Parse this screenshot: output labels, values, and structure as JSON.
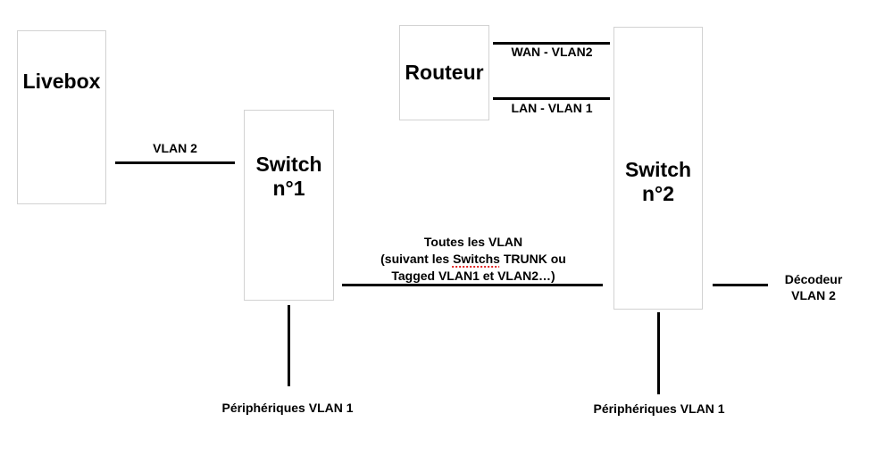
{
  "canvas": {
    "background": "#ffffff",
    "line_color": "#000000",
    "box_border_color": "#d2d2d2",
    "text_color": "#000000",
    "spellcheck_underline_color": "#e02020"
  },
  "nodes": {
    "livebox": {
      "label": "Livebox"
    },
    "switch1": {
      "label_line1": "Switch",
      "label_line2": "n°1"
    },
    "routeur": {
      "label": "Routeur"
    },
    "switch2": {
      "label_line1": "Switch",
      "label_line2": "n°2"
    }
  },
  "links": {
    "livebox_switch1": {
      "label": "VLAN 2"
    },
    "routeur_wan": {
      "label": "WAN - VLAN2"
    },
    "routeur_lan": {
      "label": "LAN - VLAN 1"
    },
    "trunk": {
      "line1": "Toutes les VLAN",
      "line2_pre": "(suivant les ",
      "line2_word": "Switchs",
      "line2_post": " TRUNK ou",
      "line3": "Tagged VLAN1 et VLAN2…)"
    },
    "decodeur": {
      "line1": "Décodeur",
      "line2": "VLAN 2"
    },
    "periph_switch1": {
      "label": "Périphériques VLAN 1"
    },
    "periph_switch2": {
      "label": "Périphériques VLAN 1"
    }
  }
}
